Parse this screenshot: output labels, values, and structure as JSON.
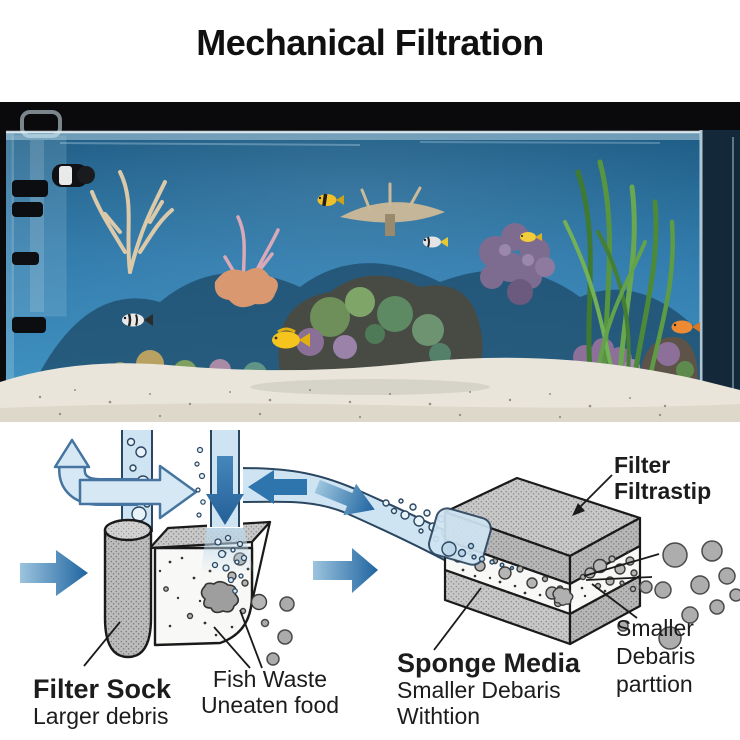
{
  "header": {
    "title": "Mechanical Filtration"
  },
  "diagram": {
    "labels": {
      "filter_sock": {
        "title": "Filter Sock",
        "subtitle": "Larger debris"
      },
      "fish_waste": {
        "line1": "Fish Waste",
        "line2": "Uneaten food"
      },
      "sponge_media": {
        "title": "Sponge Media",
        "line1": "Smaller Debaris",
        "line2": "Withtion"
      },
      "filter_strip": {
        "line1": "Filter",
        "line2": "Filtrastip"
      },
      "smaller_debris": {
        "line1": "Smaller",
        "line2": "Debaris",
        "line3": "parttion"
      }
    },
    "colors": {
      "pipe_light_blue": "#cfe4f2",
      "arrow_dark_blue": "#2e74ad",
      "arrow_gradient_start": "#8fbcdc",
      "arrow_gradient_end": "#1f64a0",
      "outline_navy": "#2b4660",
      "sponge_gray": "#c6c6c6",
      "debris_gray": "#adadad",
      "label_text": "#1c1c1c"
    }
  }
}
